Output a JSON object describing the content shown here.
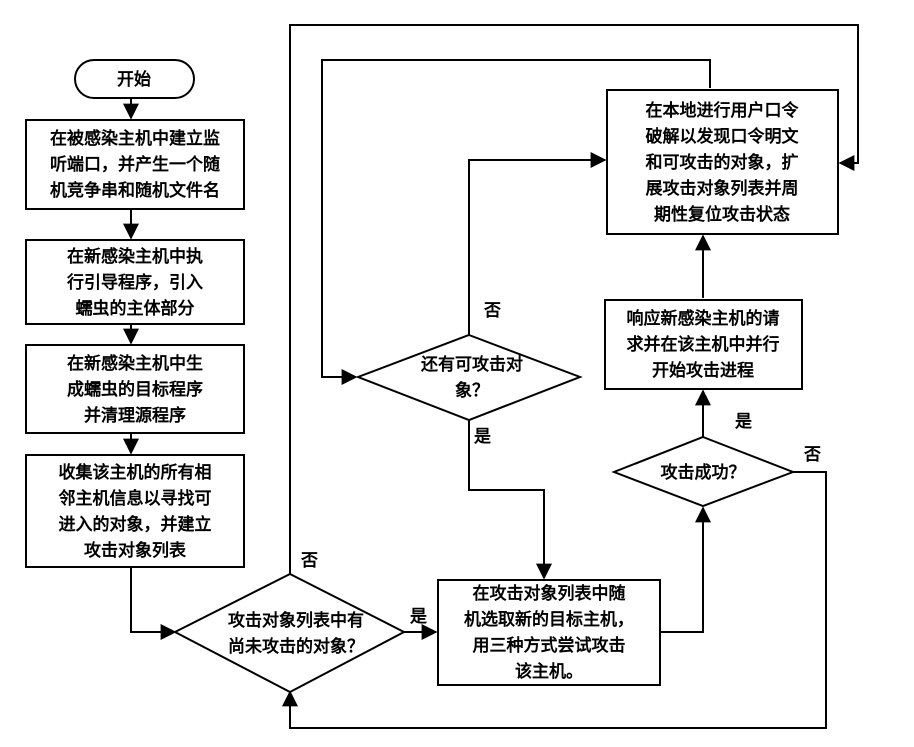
{
  "nodes": {
    "start": {
      "lines": [
        "开始"
      ]
    },
    "listen": {
      "lines": [
        "在被感染主机中建立监",
        "听端口，并产生一个随",
        "机竞争串和随机文件名"
      ]
    },
    "bootstrap": {
      "lines": [
        "在新感染主机中执",
        "行引导程序，引入",
        "蠕虫的主体部分"
      ]
    },
    "target_program": {
      "lines": [
        "在新感染主机中生",
        "成蠕虫的目标程序",
        "并清理源程序"
      ]
    },
    "collect": {
      "lines": [
        "收集该主机的所有相",
        "邻主机信息以寻找可",
        "进入的对象，并建立",
        "攻击对象列表"
      ]
    },
    "has_unattacked": {
      "lines": [
        "攻击对象列表中有",
        "尚未攻击的对象？"
      ]
    },
    "select_host": {
      "lines": [
        "在攻击对象列表中随",
        "机选取新的目标主机，",
        "用三种方式尝试攻击",
        "该主机。"
      ]
    },
    "attack_success": {
      "lines": [
        "攻击成功？"
      ]
    },
    "respond": {
      "lines": [
        "响应新感染主机的请",
        "求并在该主机中并行",
        "开始攻击进程"
      ]
    },
    "crack": {
      "lines": [
        "在本地进行用户口令",
        "破解以发现口令明文",
        "和可攻击的对象，扩",
        "展攻击对象列表并周",
        "期性复位攻击状态"
      ]
    },
    "still_attackable": {
      "lines": [
        "还有可攻击对",
        "象？"
      ]
    }
  },
  "edge_labels": {
    "no_top_left": "否",
    "yes_to_select": "是",
    "no_still": "否",
    "yes_still": "是",
    "yes_success": "是",
    "no_success": "否"
  }
}
